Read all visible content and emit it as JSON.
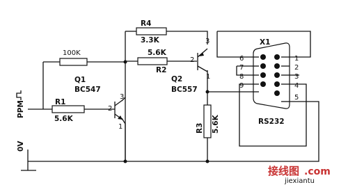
{
  "labels": {
    "r4_name": "R4",
    "r4_value": "3.3K",
    "r_top_value": "100K",
    "r2_name": "R2",
    "r2_value": "5.6K",
    "r1_name": "R1",
    "r1_value": "5.6K",
    "r3_name": "R3",
    "r3_value": "5.6K",
    "q1_name": "Q1",
    "q1_part": "BC547",
    "q2_name": "Q2",
    "q2_part": "BC557",
    "q1_pin_b": "2",
    "q1_pin_c": "3",
    "q1_pin_e": "1",
    "q2_pin_b": "2",
    "q2_pin_c": "3",
    "q2_pin_e": "1",
    "connector_name": "X1",
    "connector_part": "RS232",
    "input_signal": "PPM",
    "ground_label": "0V"
  },
  "connector_pins": {
    "left": [
      "6",
      "7",
      "8",
      "9"
    ],
    "right": [
      "1",
      "2",
      "3",
      "4",
      "5"
    ]
  },
  "watermark": {
    "text": "接线图",
    "suffix": ".com",
    "url": "jiexiantu"
  },
  "colors": {
    "line": "#111111",
    "background": "#ffffff",
    "watermark": "#c83232"
  }
}
